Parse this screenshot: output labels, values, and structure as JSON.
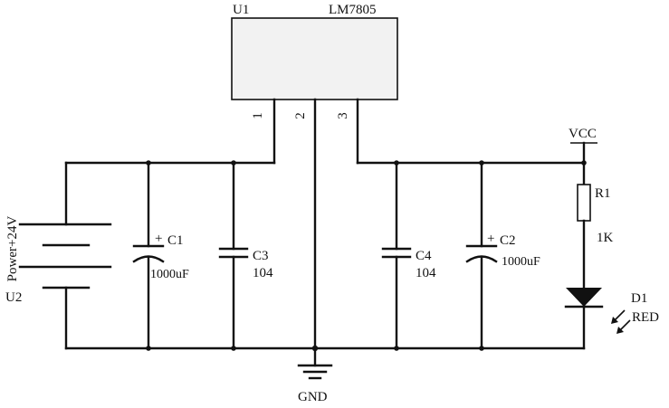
{
  "regulator": {
    "ref": "U1",
    "part": "LM7805",
    "pins": [
      "1",
      "2",
      "3"
    ]
  },
  "source": {
    "label": "Power+24V",
    "ref": "U2"
  },
  "capacitors": {
    "c1": {
      "ref": "C1",
      "value": "1000uF",
      "polarity": "+"
    },
    "c3": {
      "ref": "C3",
      "value": "104"
    },
    "c4": {
      "ref": "C4",
      "value": "104"
    },
    "c2": {
      "ref": "C2",
      "value": "1000uF",
      "polarity": "+"
    }
  },
  "resistor": {
    "ref": "R1",
    "value": "1K"
  },
  "led": {
    "ref": "D1",
    "color_label": "RED"
  },
  "nets": {
    "vcc": "VCC",
    "gnd": "GND"
  }
}
